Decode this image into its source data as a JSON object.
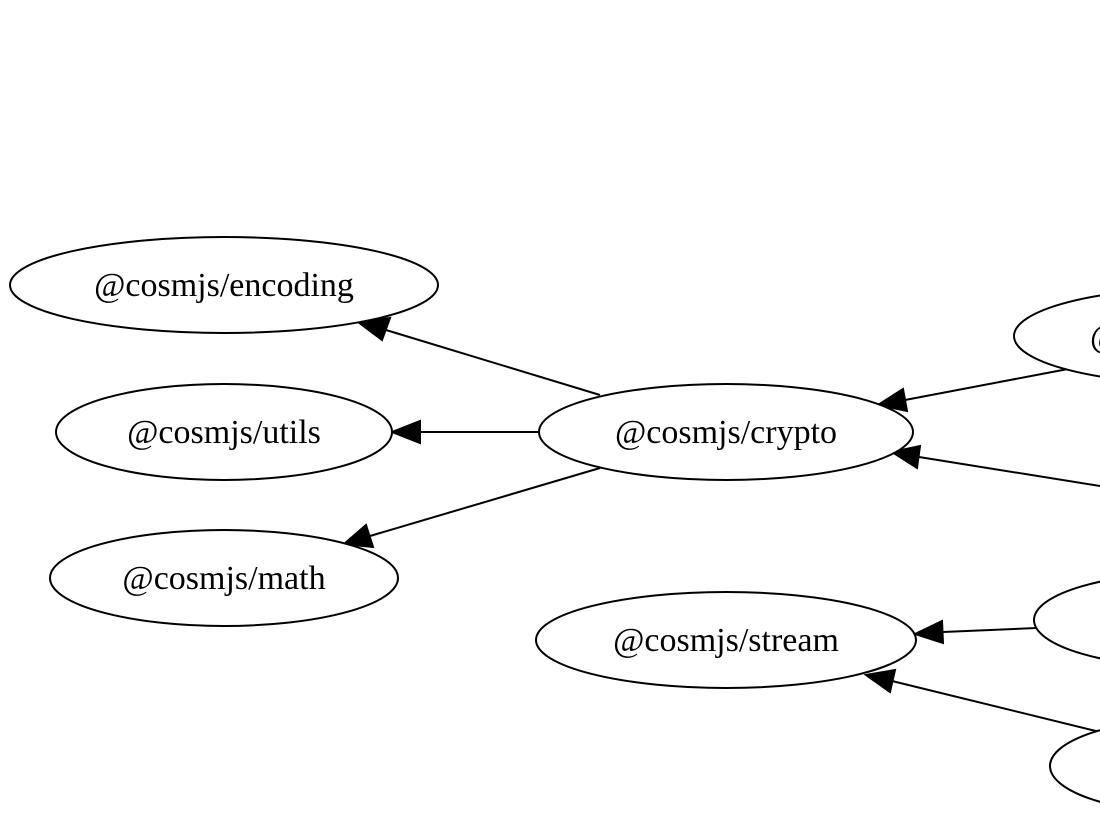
{
  "graph": {
    "nodes": [
      {
        "id": "encoding",
        "label": "@cosmjs/encoding"
      },
      {
        "id": "utils",
        "label": "@cosmjs/utils"
      },
      {
        "id": "math",
        "label": "@cosmjs/math"
      },
      {
        "id": "crypto",
        "label": "@cosmjs/crypto"
      },
      {
        "id": "stream",
        "label": "@cosmjs/stream"
      },
      {
        "id": "right-top",
        "label": "@"
      },
      {
        "id": "right-mid",
        "label": ""
      },
      {
        "id": "right-bottom",
        "label": ""
      }
    ],
    "edges": [
      {
        "from": "crypto",
        "to": "encoding"
      },
      {
        "from": "crypto",
        "to": "utils"
      },
      {
        "from": "crypto",
        "to": "math"
      },
      {
        "from": "right-top",
        "to": "crypto"
      },
      {
        "from": "offscreen",
        "to": "crypto"
      },
      {
        "from": "right-mid",
        "to": "stream"
      },
      {
        "from": "right-bottom",
        "to": "stream"
      }
    ]
  }
}
